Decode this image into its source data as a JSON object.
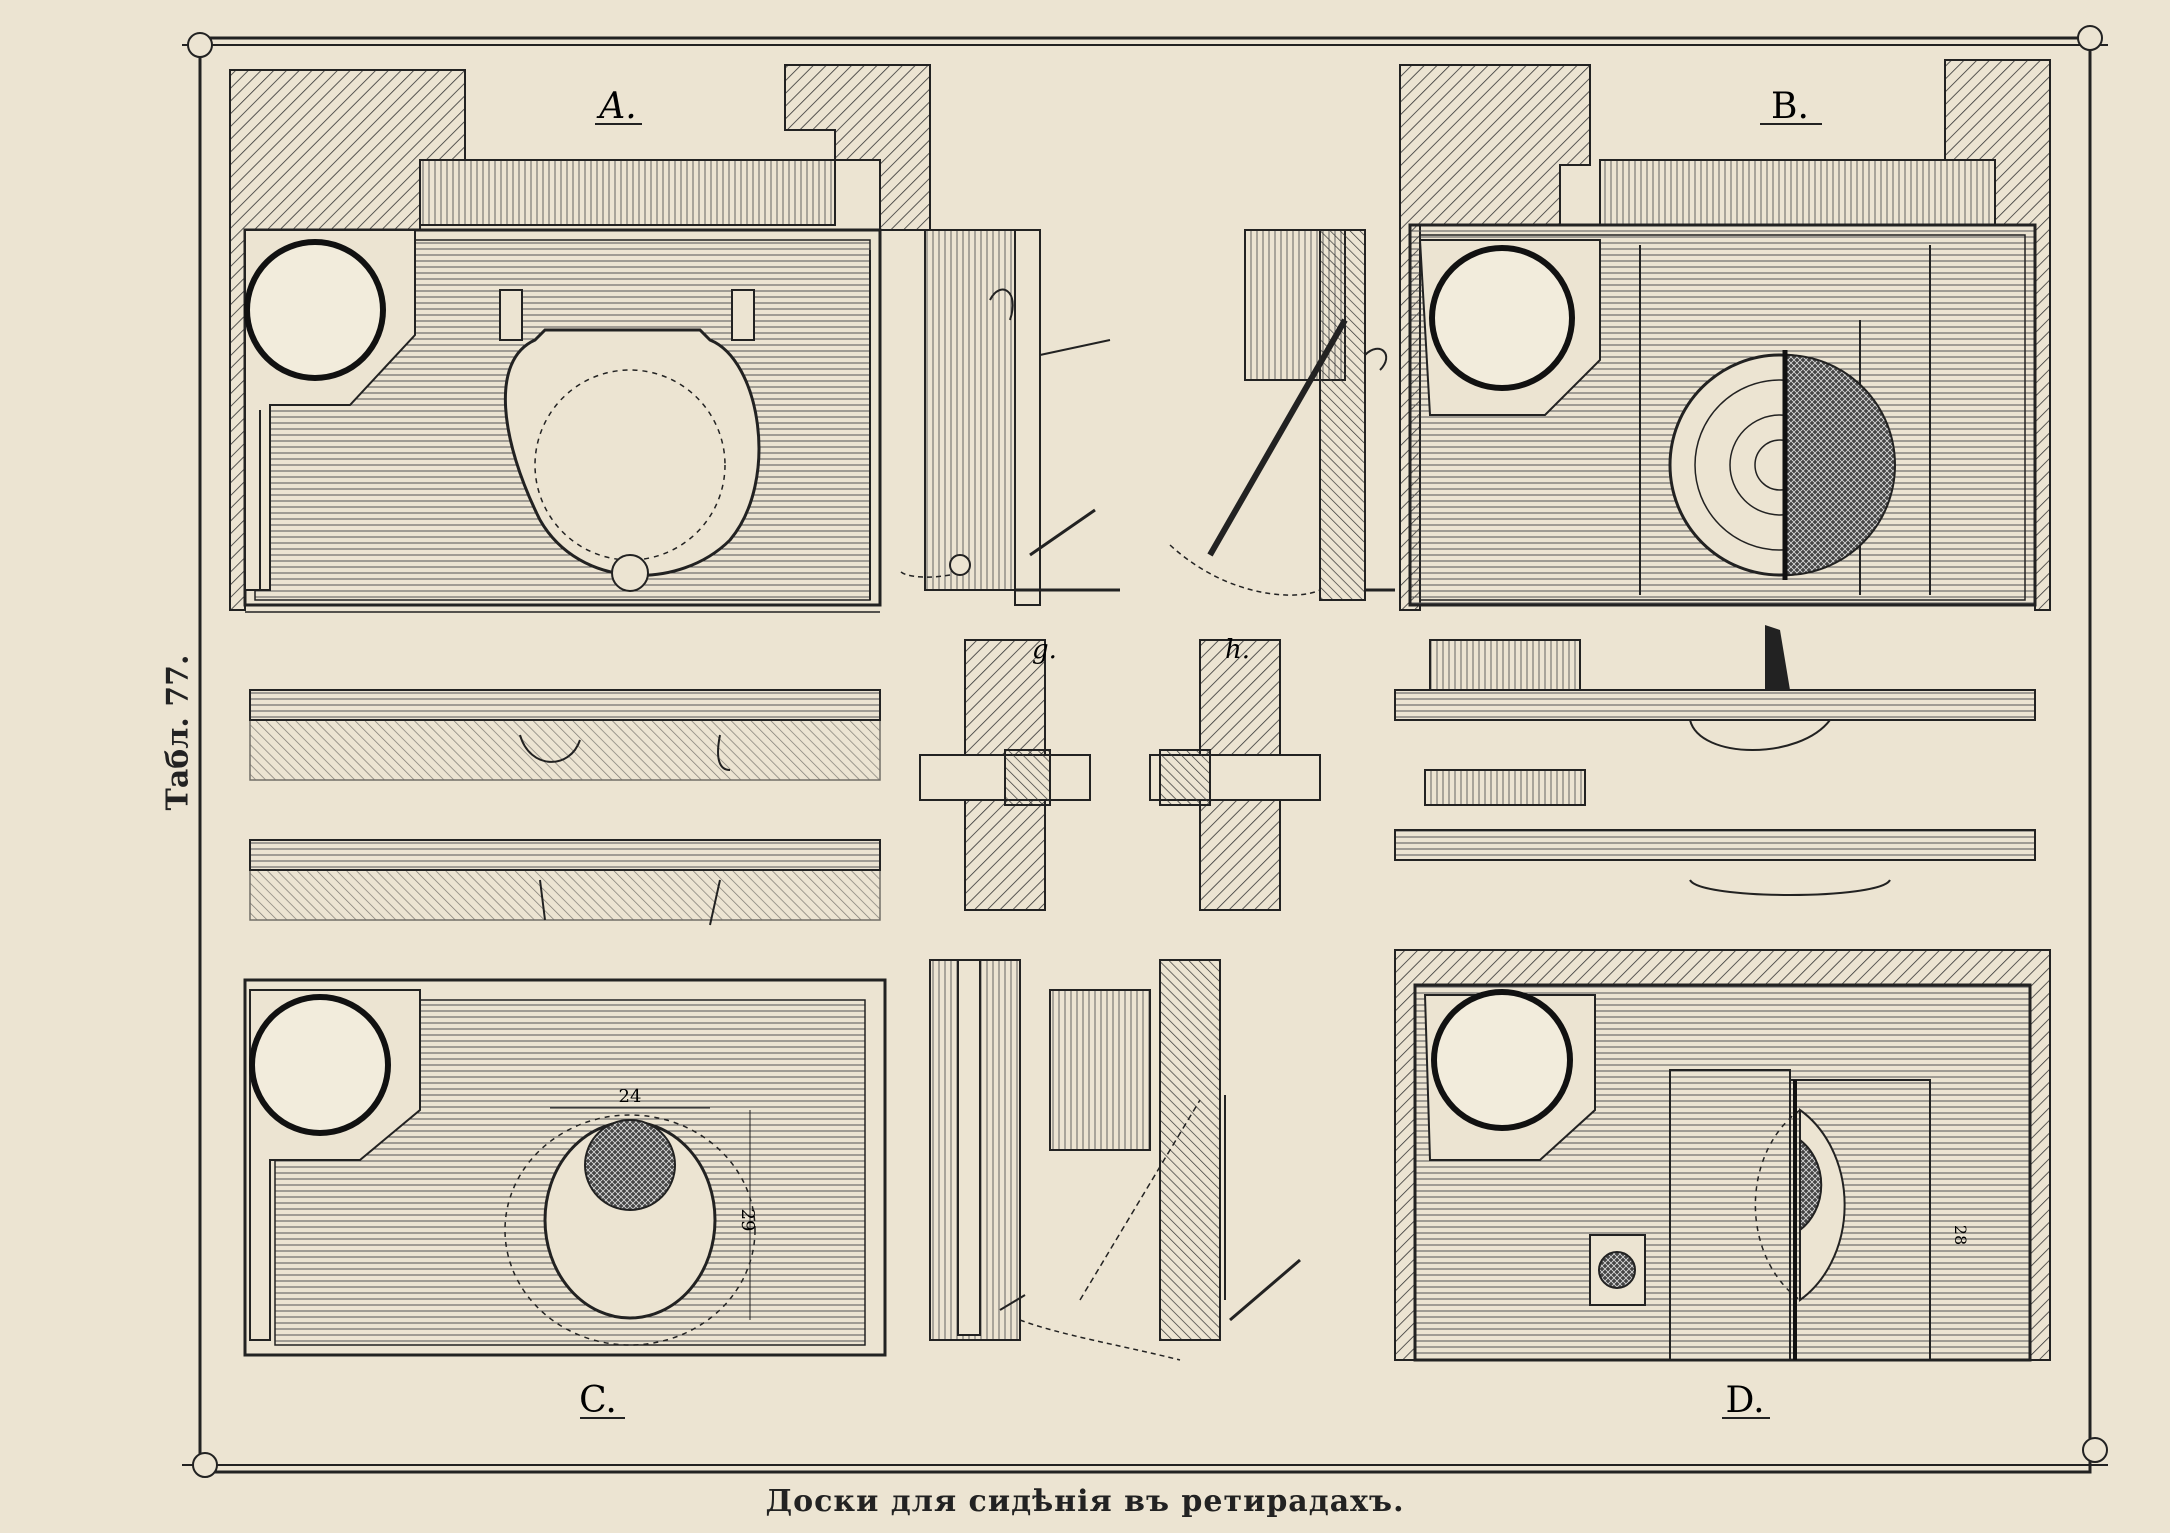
{
  "plate_label": "Табл. 77.",
  "caption": "Доски для сидѣнія въ ретирадахъ.",
  "figures": {
    "a": "A.",
    "b": "B.",
    "c": "C.",
    "d": "D."
  },
  "section_labels": {
    "g": "g.",
    "h": "h."
  },
  "dimensions": {
    "c_width": "24",
    "c_height": "29",
    "d_height": "28"
  }
}
